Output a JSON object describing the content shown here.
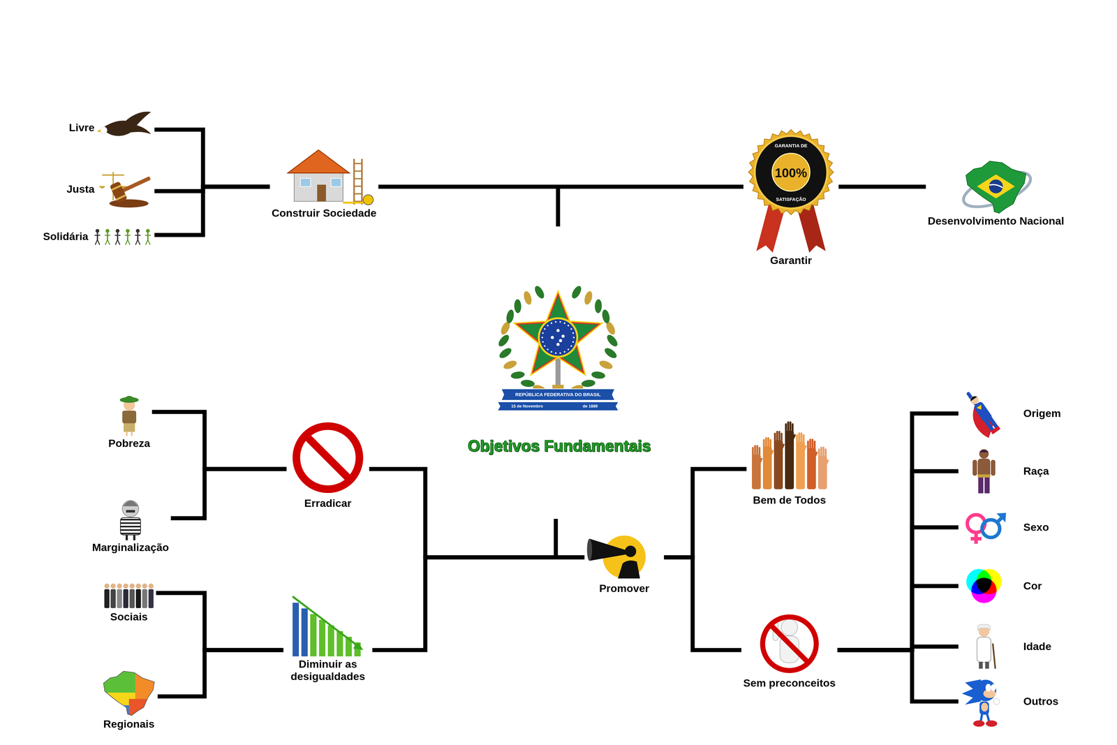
{
  "diagram": {
    "title": "Objetivos Fundamentais",
    "nodes": [
      {
        "text": [
          "Livre"
        ]
      },
      {
        "text": [
          "Justa"
        ]
      },
      {
        "text": [
          "Solidária"
        ]
      },
      {
        "text": [
          "Construir Sociedade"
        ]
      },
      {
        "text": [
          "Garantir"
        ]
      },
      {
        "text": [
          "Desenvolvimento Nacional"
        ]
      },
      {
        "text": [
          "Pobreza"
        ]
      },
      {
        "text": [
          "Marginalização"
        ]
      },
      {
        "text": [
          "Erradicar"
        ]
      },
      {
        "text": [
          "Sociais"
        ]
      },
      {
        "text": [
          "Regionais"
        ]
      },
      {
        "text": [
          "Diminuir as desigualdades"
        ]
      },
      {
        "text": [
          "Promover"
        ]
      },
      {
        "text": [
          "Bem de Todos"
        ]
      },
      {
        "text": [
          "Sem preconceitos"
        ]
      },
      {
        "text": [
          "Origem"
        ]
      },
      {
        "text": [
          "Raça"
        ]
      },
      {
        "text": [
          "Sexo"
        ]
      },
      {
        "text": [
          "Cor"
        ]
      },
      {
        "text": [
          "Idade"
        ]
      },
      {
        "text": [
          "Outros"
        ]
      }
    ],
    "edges": [
      {
        "from": 0,
        "to": 3,
        "arrow": "none"
      },
      {
        "from": 1,
        "to": 3,
        "arrow": "none"
      },
      {
        "from": 2,
        "to": 3,
        "arrow": "none"
      },
      {
        "from": 3,
        "to": 4,
        "arrow": "none"
      },
      {
        "from": 4,
        "to": 5,
        "arrow": "none"
      },
      {
        "from": 6,
        "to": 8,
        "arrow": "none"
      },
      {
        "from": 7,
        "to": 8,
        "arrow": "none"
      },
      {
        "from": 9,
        "to": 11,
        "arrow": "none"
      },
      {
        "from": 10,
        "to": 11,
        "arrow": "none"
      },
      {
        "from": 8,
        "to": 12,
        "arrow": "none"
      },
      {
        "from": 11,
        "to": 12,
        "arrow": "none"
      },
      {
        "from": 12,
        "to": 13,
        "arrow": "none"
      },
      {
        "from": 12,
        "to": 14,
        "arrow": "none"
      },
      {
        "from": 14,
        "to": 15,
        "arrow": "none"
      },
      {
        "from": 14,
        "to": 16,
        "arrow": "none"
      },
      {
        "from": 14,
        "to": 17,
        "arrow": "none"
      },
      {
        "from": 14,
        "to": 18,
        "arrow": "none"
      },
      {
        "from": 14,
        "to": 19,
        "arrow": "none"
      },
      {
        "from": 14,
        "to": 20,
        "arrow": "none"
      }
    ],
    "labels": [
      "GARANTIA DE",
      "100%",
      "SATISFAÇÃO",
      "REPÚBLICA FEDERATIVA DO BRASIL",
      "15 de Novembro",
      "de 1889"
    ]
  }
}
